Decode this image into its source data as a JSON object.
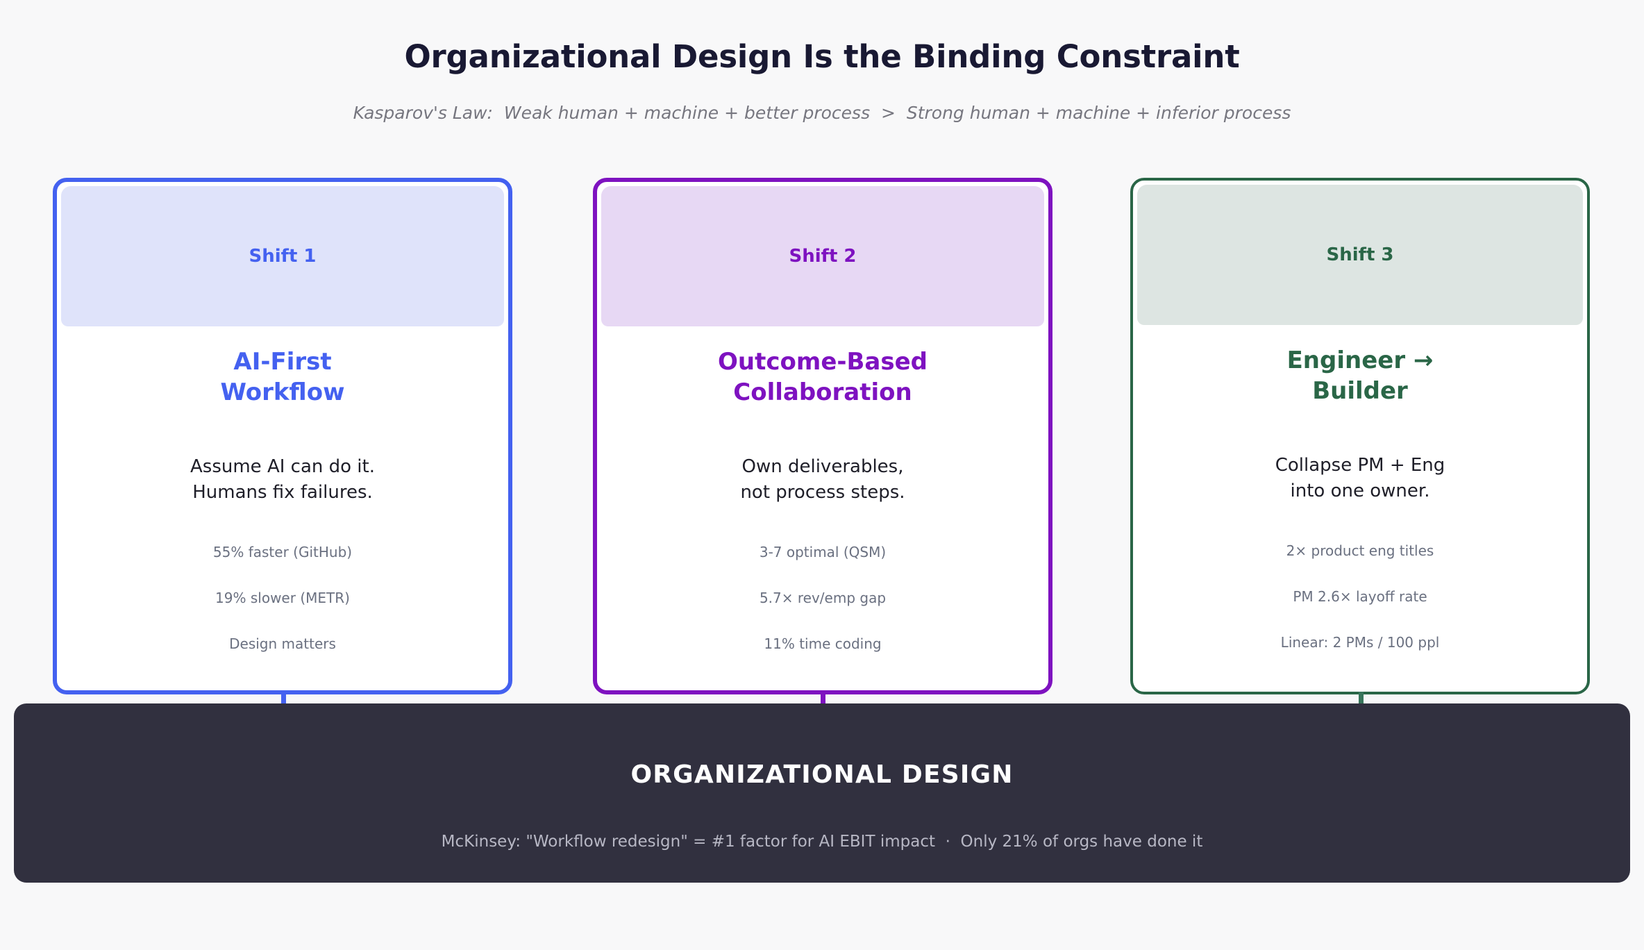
{
  "header": {
    "title": "Organizational Design Is the Binding Constraint",
    "subtitle_label": "Kasparov's Law:",
    "subtitle_left": "  Weak human + machine + better process",
    "subtitle_operator": "  >  ",
    "subtitle_right": "Strong human + machine + inferior process"
  },
  "cards": [
    {
      "band_label": "Shift 1",
      "heading": "AI-First\nWorkflow",
      "body": "Assume AI can do it.\nHumans fix failures.",
      "stats": [
        "55% faster (GitHub)",
        "19% slower (METR)",
        "Design matters"
      ],
      "accent": "#4461f0",
      "band_color": "#dfe3fa"
    },
    {
      "band_label": "Shift 2",
      "heading": "Outcome-Based\nCollaboration",
      "body": "Own deliverables,\nnot process steps.",
      "stats": [
        "3-7 optimal (QSM)",
        "5.7× rev/emp gap",
        "11% time coding"
      ],
      "accent": "#7e12c0",
      "band_color": "#e7d8f4"
    },
    {
      "band_label": "Shift 3",
      "heading": "Engineer →\nBuilder",
      "body": "Collapse PM + Eng\ninto one owner.",
      "stats": [
        "2× product eng titles",
        "PM 2.6× layoff rate",
        "Linear: 2 PMs / 100 ppl"
      ],
      "accent": "#2a6647",
      "band_color": "#dde5e2"
    }
  ],
  "bottom": {
    "title": "ORGANIZATIONAL DESIGN",
    "note_left": "McKinsey: \"Workflow redesign\" = #1 factor for AI EBIT impact",
    "note_separator": "  ·  ",
    "note_right": "Only 21% of orgs have done it",
    "background": "#31303f"
  }
}
